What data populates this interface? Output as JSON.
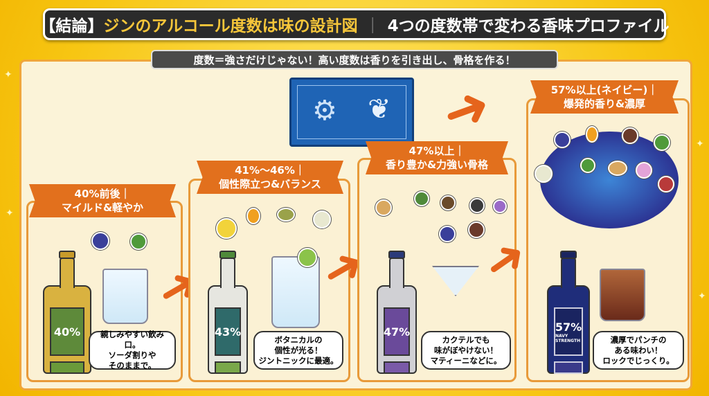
{
  "header": {
    "title_tag": "【結論】",
    "title_main": "ジンのアルコール度数は味の設計図",
    "title_separator": "｜",
    "title_sub": "4つの度数帯で変わる香味プロファイル"
  },
  "subtitle": "度数＝強さだけじゃない！高い度数は香りを引き出し、骨格を作る！",
  "colors": {
    "accent": "#e2701d",
    "background": "#f7c613",
    "panel": "#fbf3d8"
  },
  "stages": [
    {
      "ribbon_line1": "40%前後｜",
      "ribbon_line2": "マイルド&軽やか",
      "bottle_label": "40%",
      "bottle_color": "#d9b240",
      "bubble": [
        "親しみやすい飲み口。",
        "ソーダ割りや",
        "そのままで。"
      ]
    },
    {
      "ribbon_line1": "41%〜46%｜",
      "ribbon_line2": "個性際立つ&バランス",
      "bottle_label": "43%",
      "bottle_color": "#e6e6e0",
      "bubble": [
        "ボタニカルの",
        "個性が光る！",
        "ジントニックに最適。"
      ]
    },
    {
      "ribbon_line1": "47%以上｜",
      "ribbon_line2": "香り豊か&力強い骨格",
      "bottle_label": "47%",
      "bottle_color": "#d0d0d4",
      "bubble": [
        "カクテルでも",
        "味がぼやけない！",
        "マティーニなどに。"
      ]
    },
    {
      "ribbon_line1": "57%以上(ネイビー)｜",
      "ribbon_line2": "爆発的香り&濃厚",
      "bottle_label": "57%",
      "bottle_sublabel": "NAVY STRENGTH",
      "bottle_color": "#1f2d7a",
      "bubble": [
        "濃厚でパンチの",
        "ある味わい！",
        "ロックでじっくり。"
      ]
    }
  ]
}
